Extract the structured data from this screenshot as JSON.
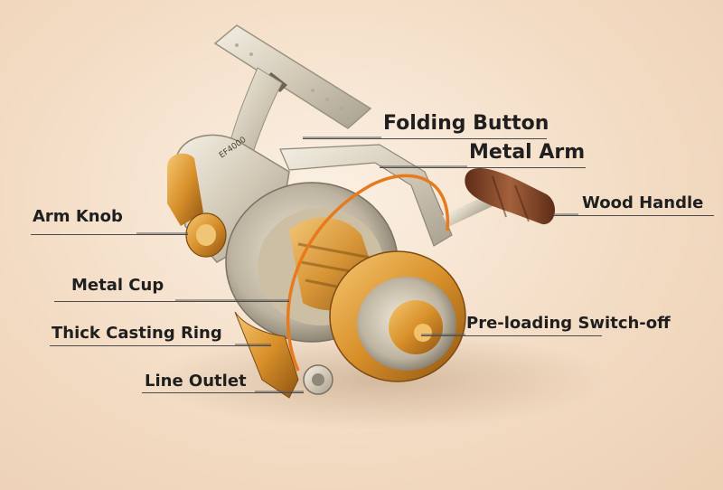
{
  "model_marking": "EF4000",
  "labels": {
    "folding_button": "Folding Button",
    "metal_arm": "Metal Arm",
    "wood_handle": "Wood Handle",
    "arm_knob": "Arm Knob",
    "metal_cup": "Metal Cup",
    "thick_casting_ring": "Thick Casting Ring",
    "pre_loading_switch_off": "Pre-loading Switch-off",
    "line_outlet": "Line Outlet"
  },
  "colors": {
    "background": "#f3dcc4",
    "body_silver": "#d9d2c3",
    "accent_gold": "#d8942e",
    "line_orange": "#e77a1c",
    "wood": "#8a4a2e",
    "label_text": "#1f1f1f"
  }
}
